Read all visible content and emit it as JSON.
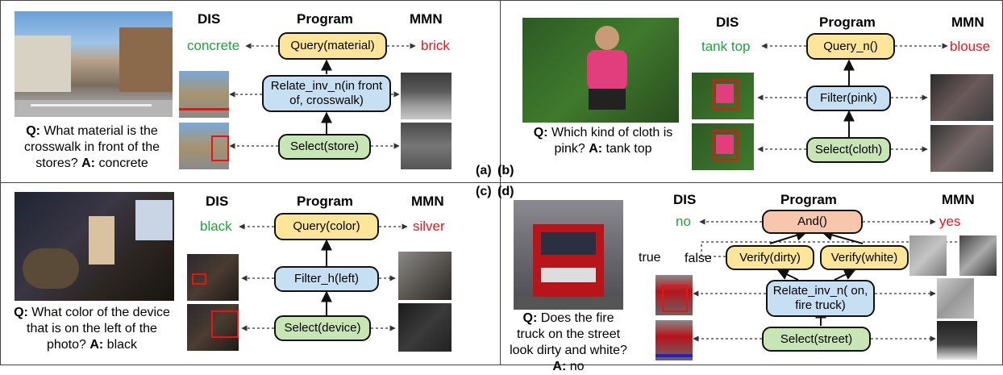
{
  "headers": {
    "dis": "DIS",
    "program": "Program",
    "mmn": "MMN"
  },
  "panel_labels": {
    "a": "(a)",
    "b": "(b)",
    "c": "(c)",
    "d": "(d)"
  },
  "panel_a": {
    "question_prefix": "Q:",
    "question_text": " What material is the crosswalk in front of the stores? ",
    "answer_prefix": "A:",
    "answer_text": " concrete",
    "dis_answer": "concrete",
    "mmn_answer": "brick",
    "nodes": [
      "Query(material)",
      "Relate_inv_n(in front of, crosswalk)",
      "Select(store)"
    ]
  },
  "panel_b": {
    "question_prefix": "Q:",
    "question_text": " Which kind of cloth is pink? ",
    "answer_prefix": "A:",
    "answer_text": " tank top",
    "dis_answer": "tank top",
    "mmn_answer": "blouse",
    "nodes": [
      "Query_n()",
      "Filter(pink)",
      "Select(cloth)"
    ]
  },
  "panel_c": {
    "question_prefix": "Q:",
    "question_text": " What color of the device that is on the left of the photo? ",
    "answer_prefix": "A:",
    "answer_text": " black",
    "dis_answer": "black",
    "mmn_answer": "silver",
    "nodes": [
      "Query(color)",
      "Filter_h(left)",
      "Select(device)"
    ]
  },
  "panel_d": {
    "question_prefix": "Q:",
    "question_text": " Does the fire truck on the street look dirty and white? ",
    "answer_prefix": "A:",
    "answer_text": " no",
    "dis_answer": "no",
    "mmn_answer": "yes",
    "verify_true": "true",
    "verify_false": "false",
    "nodes": [
      "And()",
      "Verify(dirty)",
      "Verify(white)",
      "Relate_inv_n( on, fire truck)",
      "Select(street)"
    ]
  },
  "colors": {
    "correct": "#1fa33a",
    "wrong": "#e8161b",
    "query": "#fde59a",
    "relate": "#c7dff2",
    "select": "#c8e6b5",
    "and": "#f6c7ad"
  }
}
